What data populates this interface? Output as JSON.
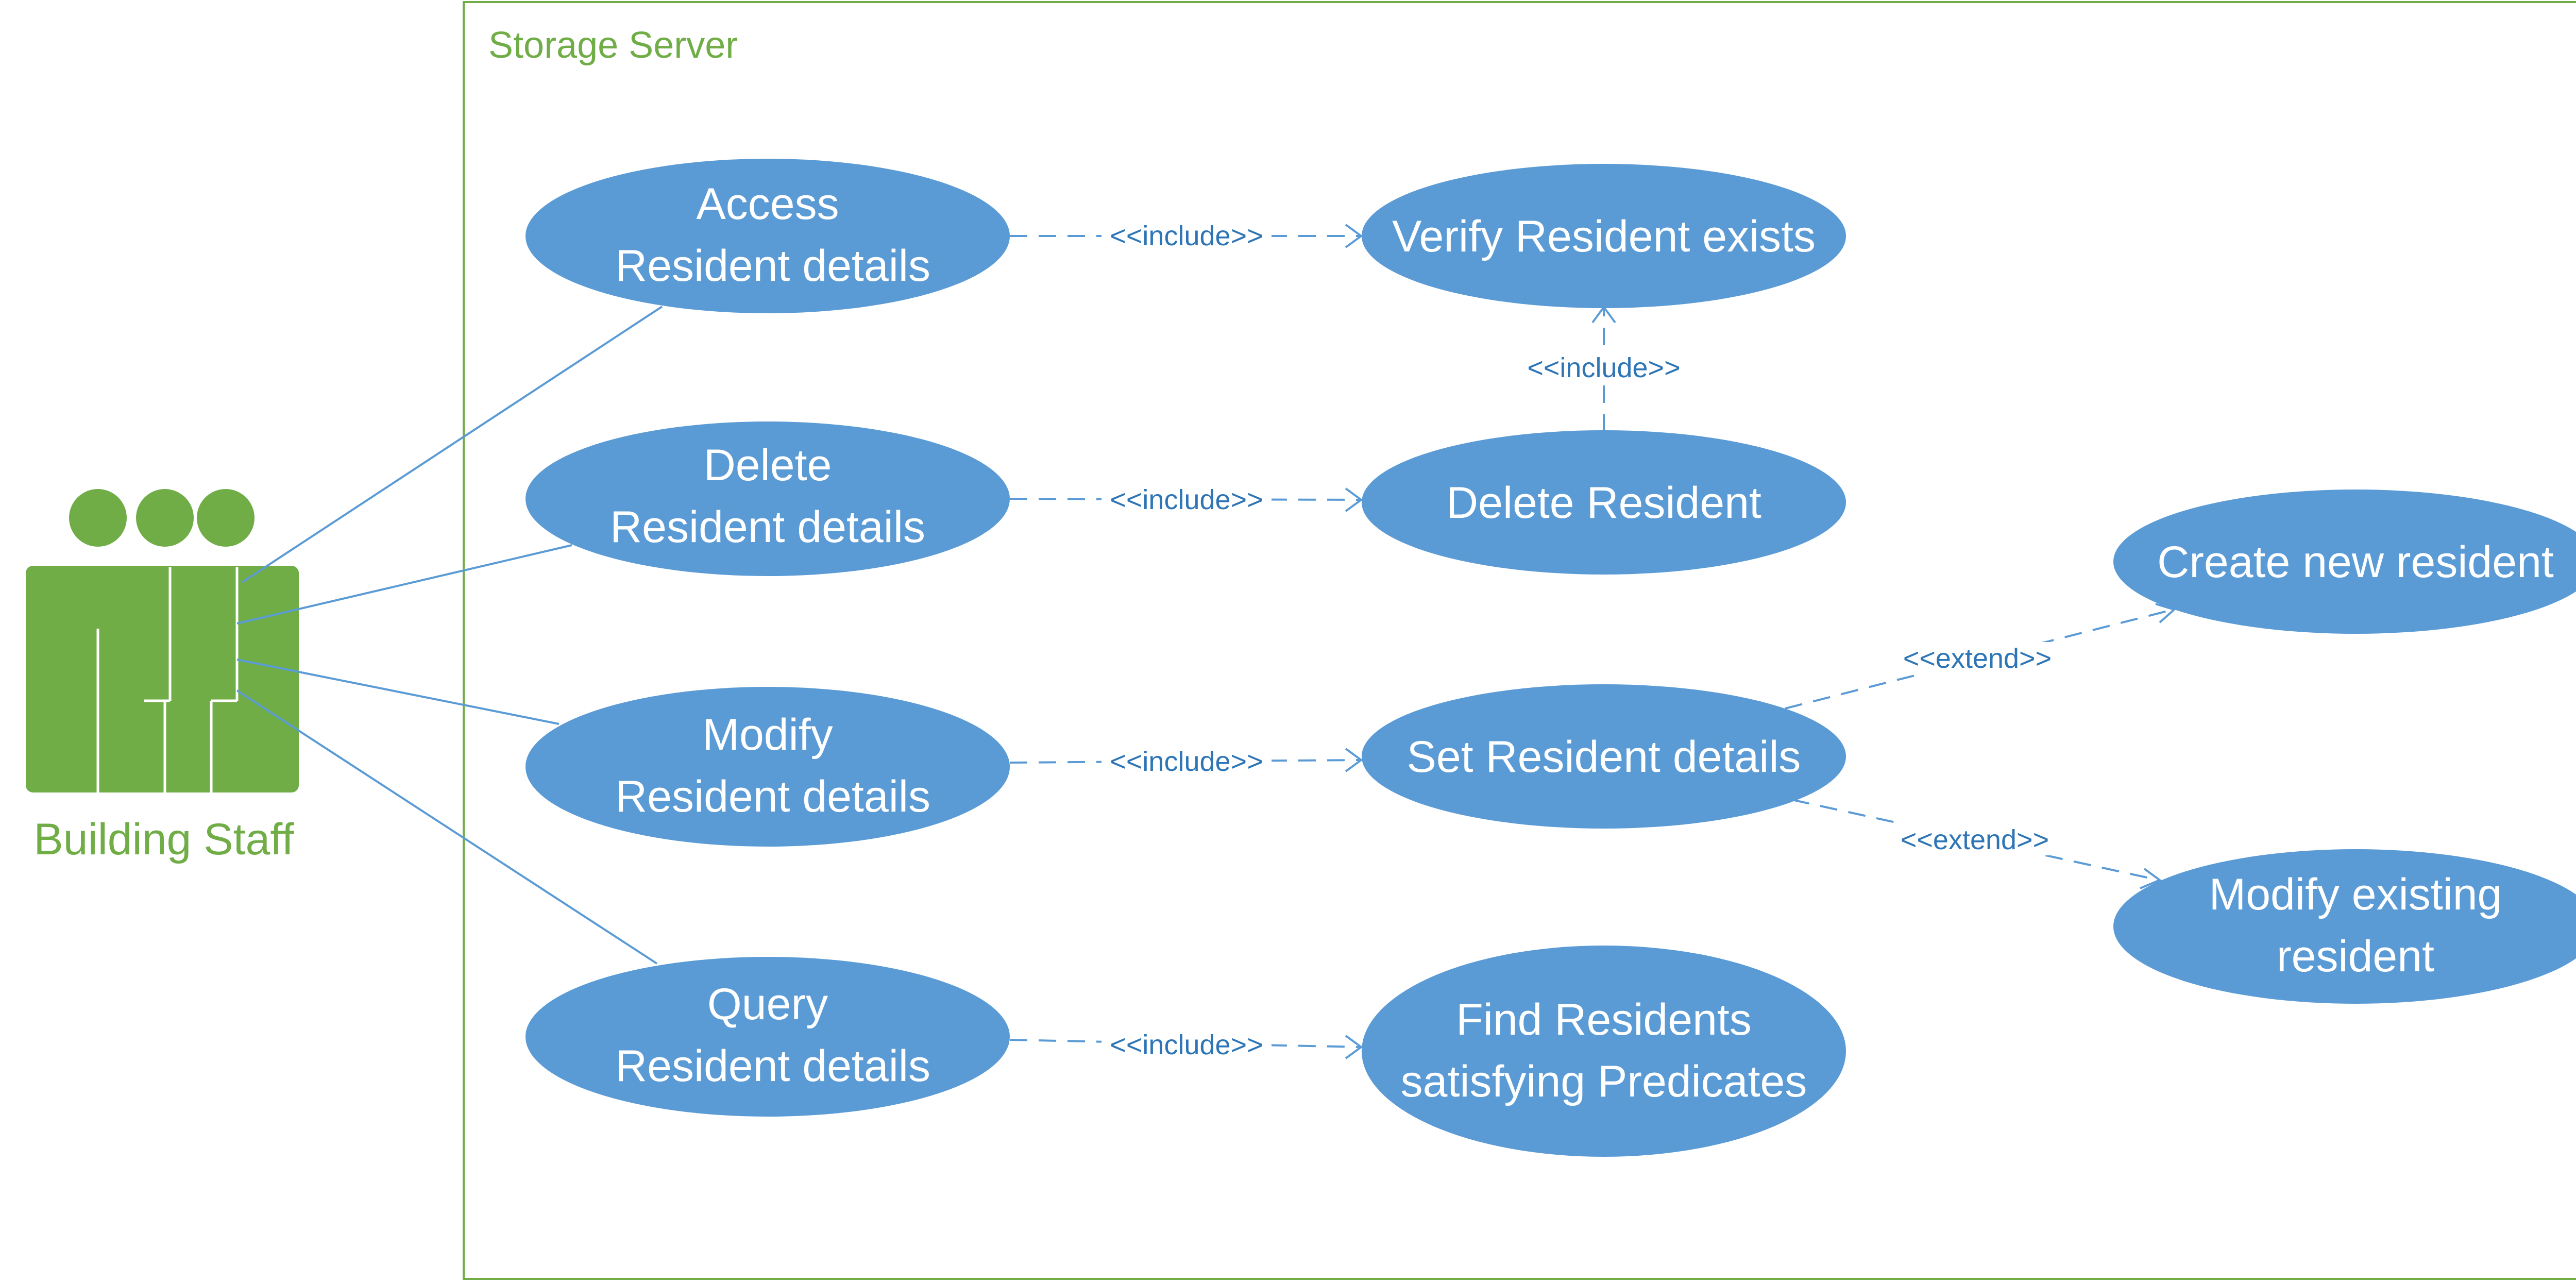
{
  "system_boundary": {
    "title": "Storage Server"
  },
  "actor": {
    "label": "Building Staff",
    "icon": "group-of-people-icon",
    "color": "#70ad47"
  },
  "use_cases": {
    "access": {
      "line1": "Access",
      "line2": "Resident details"
    },
    "delete": {
      "line1": "Delete",
      "line2": "Resident details"
    },
    "modify": {
      "line1": "Modify",
      "line2": "Resident details"
    },
    "query": {
      "line1": "Query",
      "line2": "Resident details"
    },
    "verify": {
      "line1": "Verify Resident exists"
    },
    "delete_resident": {
      "line1": "Delete Resident"
    },
    "set_details": {
      "line1": "Set Resident details"
    },
    "find": {
      "line1": "Find Residents",
      "line2": "satisfying Predicates"
    },
    "create_new": {
      "line1": "Create new resident"
    },
    "modify_existing": {
      "line1": "Modify existing",
      "line2": "resident"
    }
  },
  "relations": {
    "include_access_verify": "<<include>>",
    "include_delete_resident": "<<include>>",
    "include_deleteres_verify": "<<include>>",
    "include_modify_set": "<<include>>",
    "include_query_find": "<<include>>",
    "extend_create": "<<extend>>",
    "extend_modify_existing": "<<extend>>"
  },
  "colors": {
    "use_case_fill": "#5b9bd5",
    "use_case_text": "#ffffff",
    "boundary": "#70ad47",
    "relation_label": "#2e75b6"
  }
}
